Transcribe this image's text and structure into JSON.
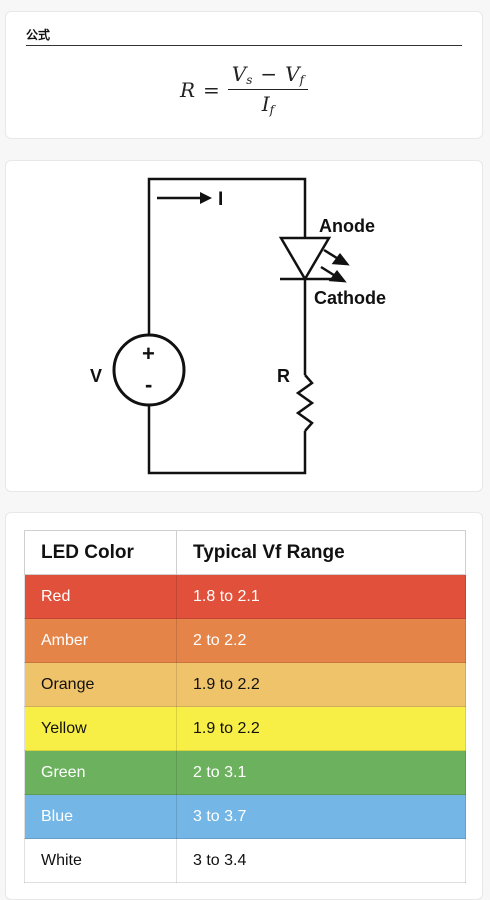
{
  "formula": {
    "header": "公式",
    "lhs": "R",
    "equals": "=",
    "num_v": "V",
    "num_v_sub": "s",
    "minus": "−",
    "num_vf": "V",
    "num_vf_sub": "f",
    "den_i": "I",
    "den_i_sub": "f"
  },
  "circuit": {
    "current_label": "I",
    "anode_label": "Anode",
    "cathode_label": "Cathode",
    "source_label": "V",
    "plus": "+",
    "minus": "-",
    "resistor_label": "R"
  },
  "table": {
    "headers": [
      "LED Color",
      "Typical Vf Range"
    ],
    "rows": [
      {
        "color": "Red",
        "range": "1.8 to 2.1",
        "bg": "#e0503a",
        "fg": "#ffffff"
      },
      {
        "color": "Amber",
        "range": "2 to 2.2",
        "bg": "#e58449",
        "fg": "#ffffff"
      },
      {
        "color": "Orange",
        "range": "1.9 to 2.2",
        "bg": "#efc36a",
        "fg": "#111111"
      },
      {
        "color": "Yellow",
        "range": "1.9 to 2.2",
        "bg": "#f8ef46",
        "fg": "#111111"
      },
      {
        "color": "Green",
        "range": "2 to 3.1",
        "bg": "#6cb25e",
        "fg": "#ffffff"
      },
      {
        "color": "Blue",
        "range": "3 to 3.7",
        "bg": "#74b6e6",
        "fg": "#ffffff"
      },
      {
        "color": "White",
        "range": "3 to 3.4",
        "bg": "#ffffff",
        "fg": "#111111"
      }
    ]
  }
}
